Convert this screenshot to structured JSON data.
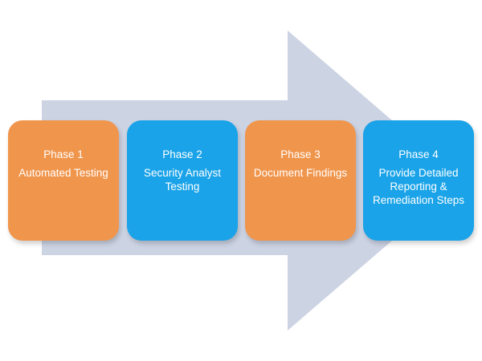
{
  "diagram": {
    "arrow_color": "#ccd3e3",
    "phases": [
      {
        "title": "Phase 1",
        "description": "Automated Testing",
        "color": "#f0954c"
      },
      {
        "title": "Phase 2",
        "description": "Security Analyst Testing",
        "color": "#1aa3e8"
      },
      {
        "title": "Phase 3",
        "description": "Document Findings",
        "color": "#f0954c"
      },
      {
        "title": "Phase 4",
        "description": "Provide Detailed Reporting & Remediation Steps",
        "color": "#1aa3e8"
      }
    ]
  }
}
